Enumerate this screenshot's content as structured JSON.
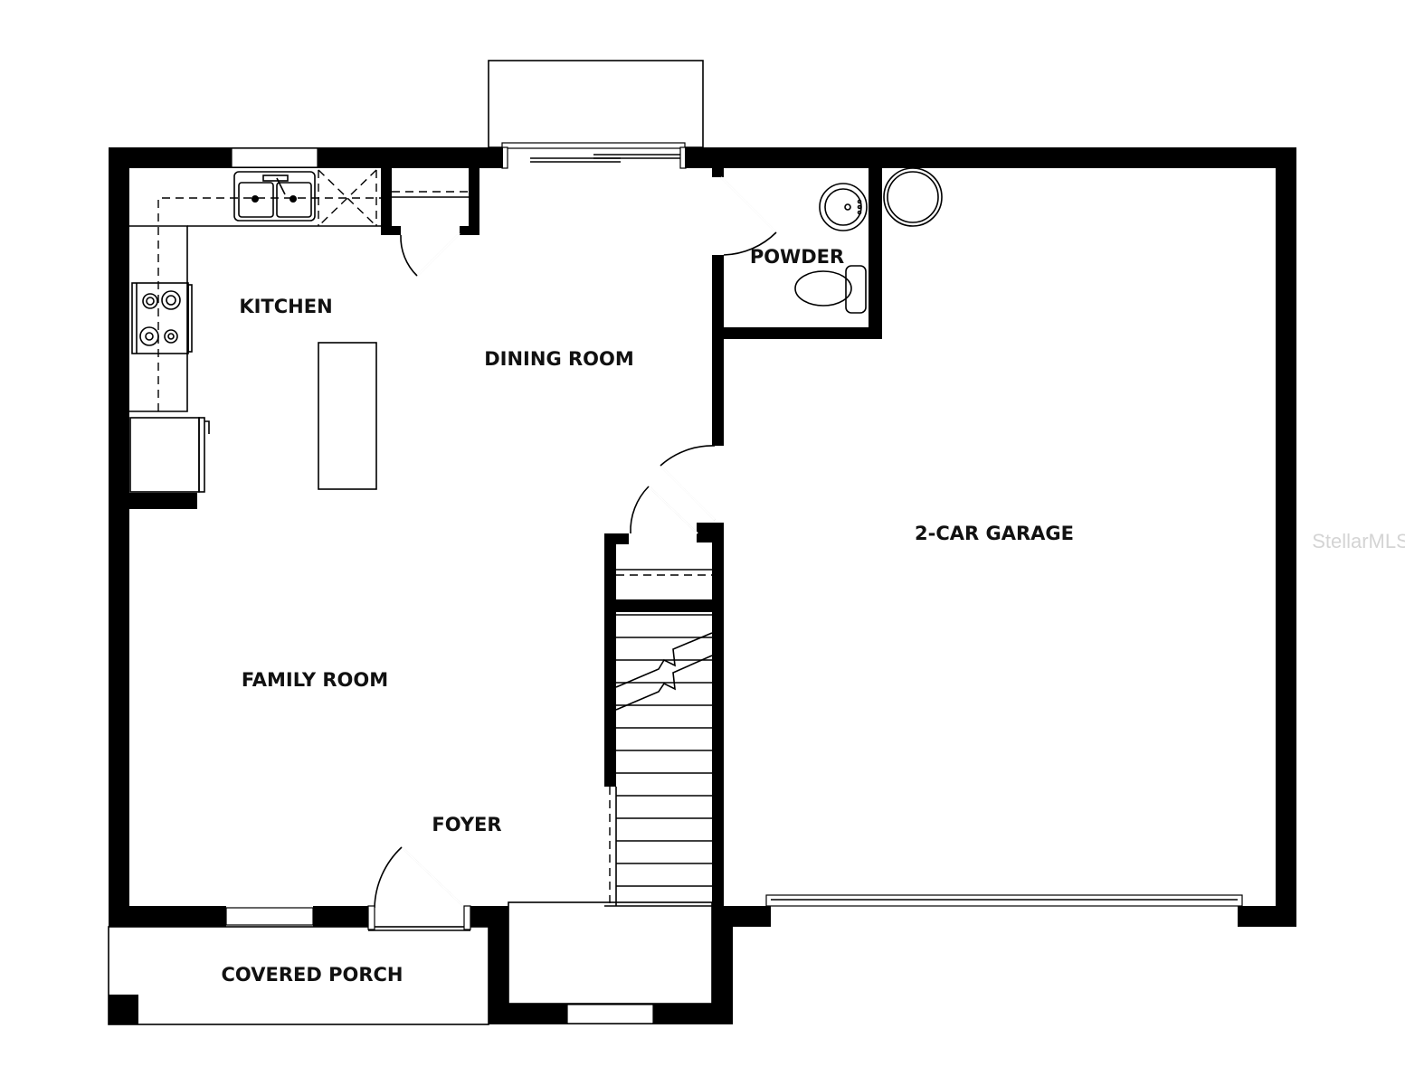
{
  "rooms": {
    "kitchen": "KITCHEN",
    "dining_room": "DINING ROOM",
    "powder": "POWDER",
    "family_room": "FAMILY ROOM",
    "foyer": "FOYER",
    "garage": "2-CAR GARAGE",
    "covered_porch": "COVERED PORCH"
  },
  "watermark": "StellarMLS",
  "colors": {
    "walls": "#000000",
    "background": "#ffffff",
    "watermark": "#d4d4d4"
  }
}
